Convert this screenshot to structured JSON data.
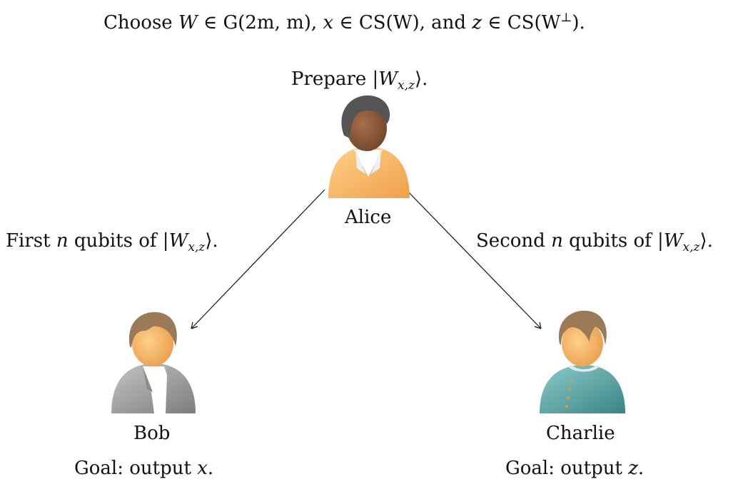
{
  "top_caption": {
    "choose": "Choose",
    "w": "W",
    "in1": "∈",
    "gr": "G(2m, m),",
    "x": "x",
    "in2": "∈",
    "cs1": "CS(W),",
    "and": "and",
    "z": "z",
    "in3": "∈",
    "cs2_open": "CS(W",
    "perp": "⊥",
    "cs2_close": ")."
  },
  "alice": {
    "action_prefix": "Prepare |",
    "state_w": "W",
    "state_sub": "x,z",
    "state_close": "⟩.",
    "name": "Alice"
  },
  "left_edge": {
    "prefix": "First",
    "n": "n",
    "mid": "qubits of |",
    "state_w": "W",
    "state_sub": "x,z",
    "state_close": "⟩."
  },
  "right_edge": {
    "prefix": "Second",
    "n": "n",
    "mid": "qubits of |",
    "state_w": "W",
    "state_sub": "x,z",
    "state_close": "⟩."
  },
  "bob": {
    "name": "Bob",
    "goal_prefix": "Goal: output",
    "goal_var": "x",
    "goal_suffix": "."
  },
  "charlie": {
    "name": "Charlie",
    "goal_prefix": "Goal: output",
    "goal_var": "z",
    "goal_suffix": "."
  },
  "colors": {
    "alice_jacket": "#f6b866",
    "bob_jacket": "#9a9a9a",
    "charlie_jacket": "#4e9a9a",
    "skin_dark": "#8a5a3c",
    "skin_light": "#f3b168",
    "hair_dark": "#555555",
    "hair_brown": "#9b7a58"
  },
  "icons": {
    "alice": "person-alice-icon",
    "bob": "person-bob-icon",
    "charlie": "person-charlie-icon"
  }
}
